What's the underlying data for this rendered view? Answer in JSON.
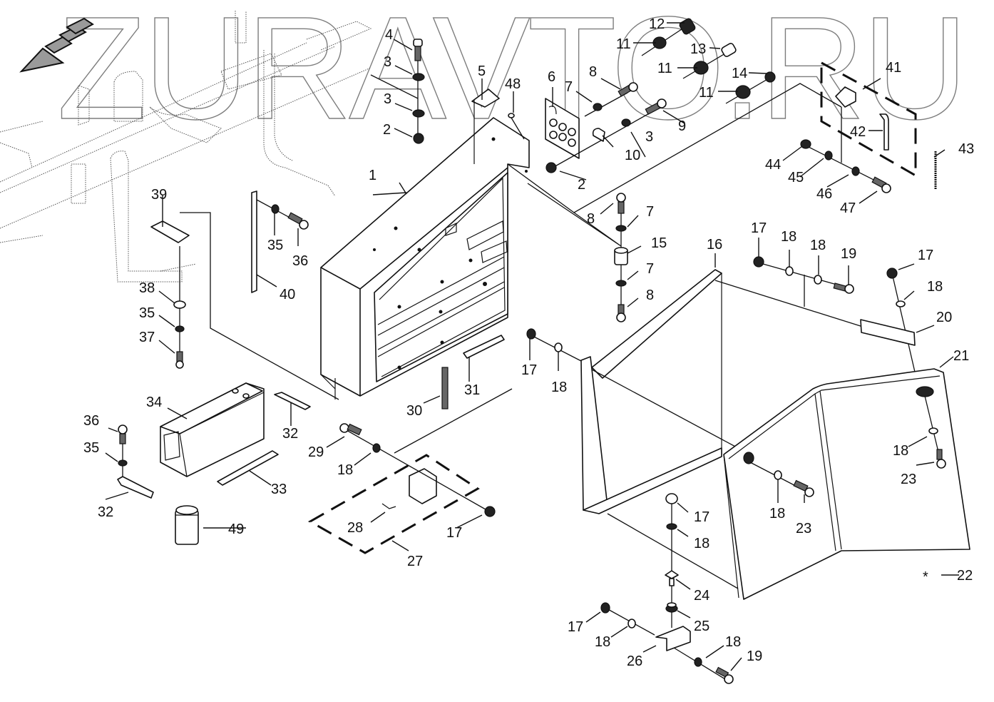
{
  "watermark": {
    "text": "ZURAVTO.RU",
    "arrow_icon": "direction-arrow-icon"
  },
  "diagram": {
    "title": "Battery box assembly — exploded parts view",
    "note_symbol": "*",
    "note_ref": "22"
  },
  "callouts": [
    {
      "id": "c1",
      "num": "1"
    },
    {
      "id": "c2a",
      "num": "2"
    },
    {
      "id": "c2b",
      "num": "2"
    },
    {
      "id": "c3a",
      "num": "3"
    },
    {
      "id": "c3b",
      "num": "3"
    },
    {
      "id": "c3c",
      "num": "3"
    },
    {
      "id": "c4",
      "num": "4"
    },
    {
      "id": "c5",
      "num": "5"
    },
    {
      "id": "c6",
      "num": "6"
    },
    {
      "id": "c7a",
      "num": "7"
    },
    {
      "id": "c7b",
      "num": "7"
    },
    {
      "id": "c7c",
      "num": "7"
    },
    {
      "id": "c8a",
      "num": "8"
    },
    {
      "id": "c8b",
      "num": "8"
    },
    {
      "id": "c8c",
      "num": "8"
    },
    {
      "id": "c9",
      "num": "9"
    },
    {
      "id": "c10",
      "num": "10"
    },
    {
      "id": "c11a",
      "num": "11"
    },
    {
      "id": "c11b",
      "num": "11"
    },
    {
      "id": "c11c",
      "num": "11"
    },
    {
      "id": "c12",
      "num": "12"
    },
    {
      "id": "c13",
      "num": "13"
    },
    {
      "id": "c14",
      "num": "14"
    },
    {
      "id": "c15",
      "num": "15"
    },
    {
      "id": "c16",
      "num": "16"
    },
    {
      "id": "c17a",
      "num": "17"
    },
    {
      "id": "c17b",
      "num": "17"
    },
    {
      "id": "c17c",
      "num": "17"
    },
    {
      "id": "c17d",
      "num": "17"
    },
    {
      "id": "c17e",
      "num": "17"
    },
    {
      "id": "c17f",
      "num": "17"
    },
    {
      "id": "c18a",
      "num": "18"
    },
    {
      "id": "c18b",
      "num": "18"
    },
    {
      "id": "c18c",
      "num": "18"
    },
    {
      "id": "c18d",
      "num": "18"
    },
    {
      "id": "c18e",
      "num": "18"
    },
    {
      "id": "c18f",
      "num": "18"
    },
    {
      "id": "c18g",
      "num": "18"
    },
    {
      "id": "c18h",
      "num": "18"
    },
    {
      "id": "c18i",
      "num": "18"
    },
    {
      "id": "c18j",
      "num": "18"
    },
    {
      "id": "c19a",
      "num": "19"
    },
    {
      "id": "c19b",
      "num": "19"
    },
    {
      "id": "c20",
      "num": "20"
    },
    {
      "id": "c21",
      "num": "21"
    },
    {
      "id": "c22",
      "num": "22"
    },
    {
      "id": "c23a",
      "num": "23"
    },
    {
      "id": "c23b",
      "num": "23"
    },
    {
      "id": "c24",
      "num": "24"
    },
    {
      "id": "c25",
      "num": "25"
    },
    {
      "id": "c26",
      "num": "26"
    },
    {
      "id": "c27",
      "num": "27"
    },
    {
      "id": "c28",
      "num": "28"
    },
    {
      "id": "c29",
      "num": "29"
    },
    {
      "id": "c30",
      "num": "30"
    },
    {
      "id": "c31",
      "num": "31"
    },
    {
      "id": "c32a",
      "num": "32"
    },
    {
      "id": "c32b",
      "num": "32"
    },
    {
      "id": "c33",
      "num": "33"
    },
    {
      "id": "c34",
      "num": "34"
    },
    {
      "id": "c35a",
      "num": "35"
    },
    {
      "id": "c35b",
      "num": "35"
    },
    {
      "id": "c35c",
      "num": "35"
    },
    {
      "id": "c36a",
      "num": "36"
    },
    {
      "id": "c36b",
      "num": "36"
    },
    {
      "id": "c37",
      "num": "37"
    },
    {
      "id": "c38",
      "num": "38"
    },
    {
      "id": "c39",
      "num": "39"
    },
    {
      "id": "c40",
      "num": "40"
    },
    {
      "id": "c41",
      "num": "41"
    },
    {
      "id": "c42",
      "num": "42"
    },
    {
      "id": "c43",
      "num": "43"
    },
    {
      "id": "c44",
      "num": "44"
    },
    {
      "id": "c45",
      "num": "45"
    },
    {
      "id": "c46",
      "num": "46"
    },
    {
      "id": "c47",
      "num": "47"
    },
    {
      "id": "c48",
      "num": "48"
    },
    {
      "id": "c49",
      "num": "49"
    }
  ]
}
